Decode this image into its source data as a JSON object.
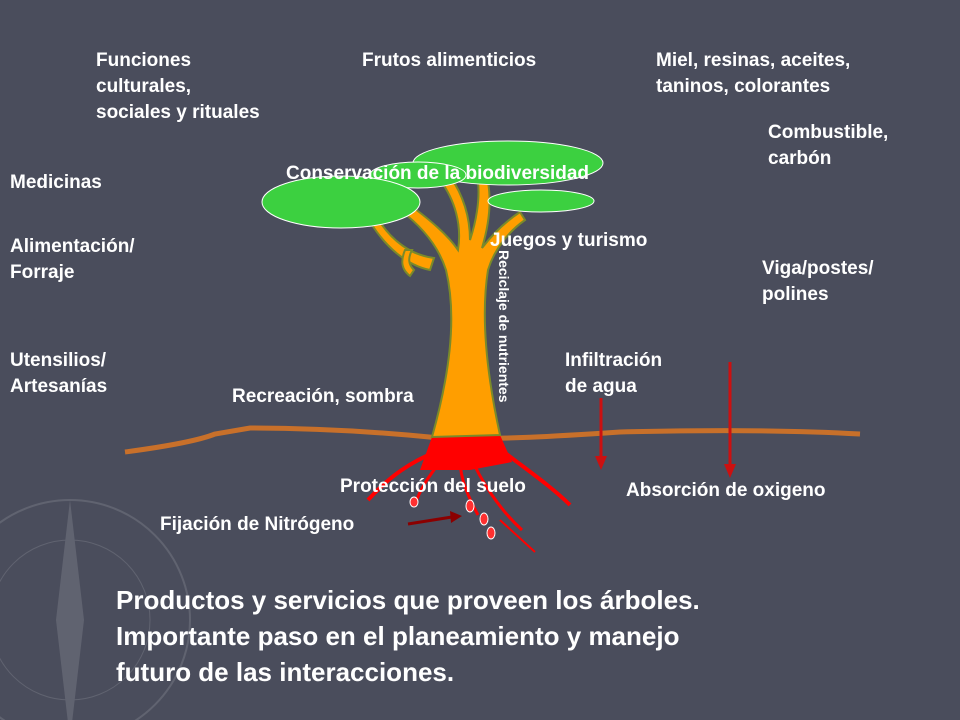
{
  "labels": {
    "cultural": "Funciones\nculturales,\nsociales y rituales",
    "fruits": "Frutos alimenticios",
    "honey": "Miel, resinas, aceites,\ntaninos, colorantes",
    "fuel": "Combustible,\ncarbón",
    "medicine": "Medicinas",
    "biodiversity": "Conservación de la biodiversidad",
    "forage": "Alimentación/\nForraje",
    "games": "Juegos y turismo",
    "beams": "Viga/postes/\npolines",
    "nutrients": "Reciclaje de nutrientes",
    "utensils": "Utensilios/\nArtesanías",
    "infiltration": "Infiltración\nde agua",
    "recreation": "Recreación, sombra",
    "soil": "Protección del suelo",
    "oxygen": "Absorción de oxigeno",
    "nitrogen": "Fijación de Nitrógeno"
  },
  "caption": "Productos y servicios que proveen los árboles.\nImportante paso en el planeamiento y manejo\nfuturo de las interacciones.",
  "colors": {
    "background": "#4a4d5c",
    "trunk": "#ff9e00",
    "canopy": "#3cd040",
    "roots": "#ff0000",
    "ground": "#c8702a",
    "arrow": "#cc1010",
    "text": "#ffffff"
  }
}
